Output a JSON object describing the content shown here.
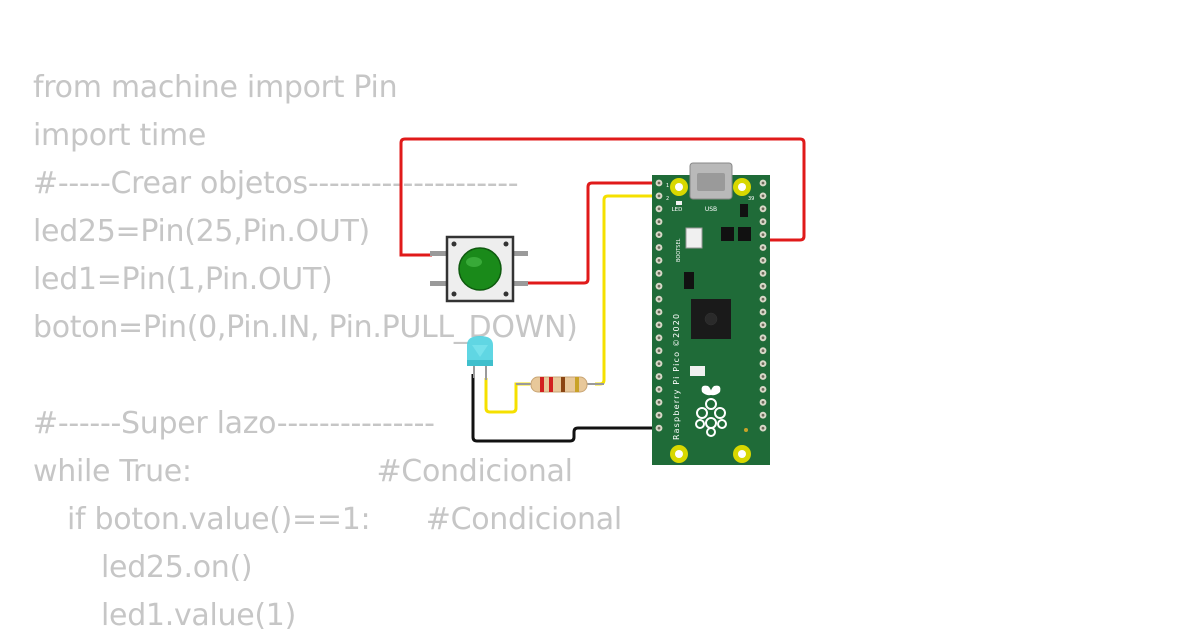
{
  "code": {
    "lines": [
      {
        "text": "from machine import Pin",
        "indent": 0
      },
      {
        "text": "import time",
        "indent": 0
      },
      {
        "text": "#-----Crear objetos--------------------",
        "indent": 0
      },
      {
        "text": "led25=Pin(25,Pin.OUT)",
        "indent": 0
      },
      {
        "text": "led1=Pin(1,Pin.OUT)",
        "indent": 0
      },
      {
        "text": "boton=Pin(0,Pin.IN, Pin.PULL_DOWN)",
        "indent": 0
      },
      {
        "text": "",
        "indent": 0
      },
      {
        "text": "#------Super lazo---------------",
        "indent": 0
      },
      {
        "text": "while True:                    #Condicional",
        "indent": 0
      },
      {
        "text": "if boton.value()==1:      #Condicional",
        "indent": 1
      },
      {
        "text": "led25.on()",
        "indent": 2
      },
      {
        "text": "led1.value(1)",
        "indent": 2
      }
    ]
  },
  "board": {
    "name": "Raspberry Pi Pico ©2020",
    "usb_label": "USB",
    "led_label": "LED",
    "bootsel_label": "BOOTSEL",
    "pin1_label": "1",
    "pin2_label": "2",
    "pin39_label": "39",
    "color": "#1f6b38"
  },
  "components": {
    "pushbutton_color": "#1a8a1a",
    "led_color": "#4fd2e0",
    "resistor_color": "#e8c89a"
  },
  "wires": {
    "red": "#e01a1a",
    "yellow": "#f5e000",
    "black": "#111111"
  }
}
